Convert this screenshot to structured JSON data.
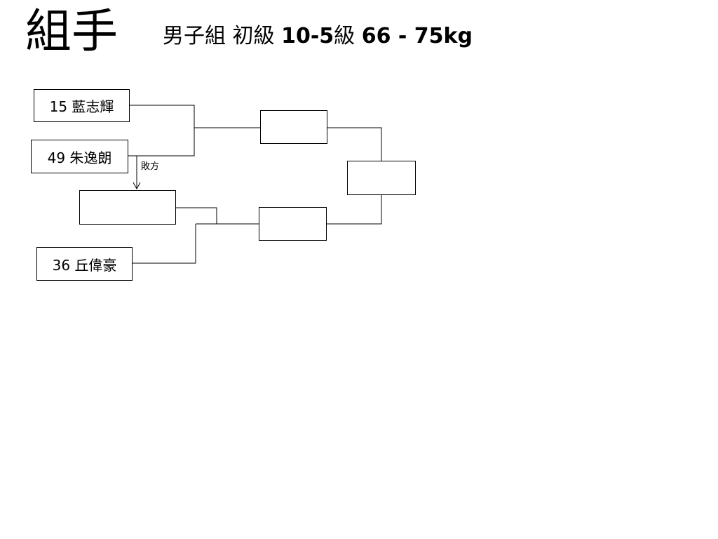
{
  "header": {
    "title": "組手",
    "subtitle_prefix": "男子組 初級",
    "subtitle_bold_1": "10-5",
    "subtitle_mid": "級",
    "subtitle_bold_2": "66 - 75kg"
  },
  "bracket": {
    "competitors": [
      {
        "label": "15 藍志輝"
      },
      {
        "label": "49 朱逸朗"
      },
      {
        "label": "36 丘偉豪"
      }
    ],
    "loser_label": "敗方",
    "empty_slots": [
      "",
      "",
      "",
      ""
    ]
  }
}
